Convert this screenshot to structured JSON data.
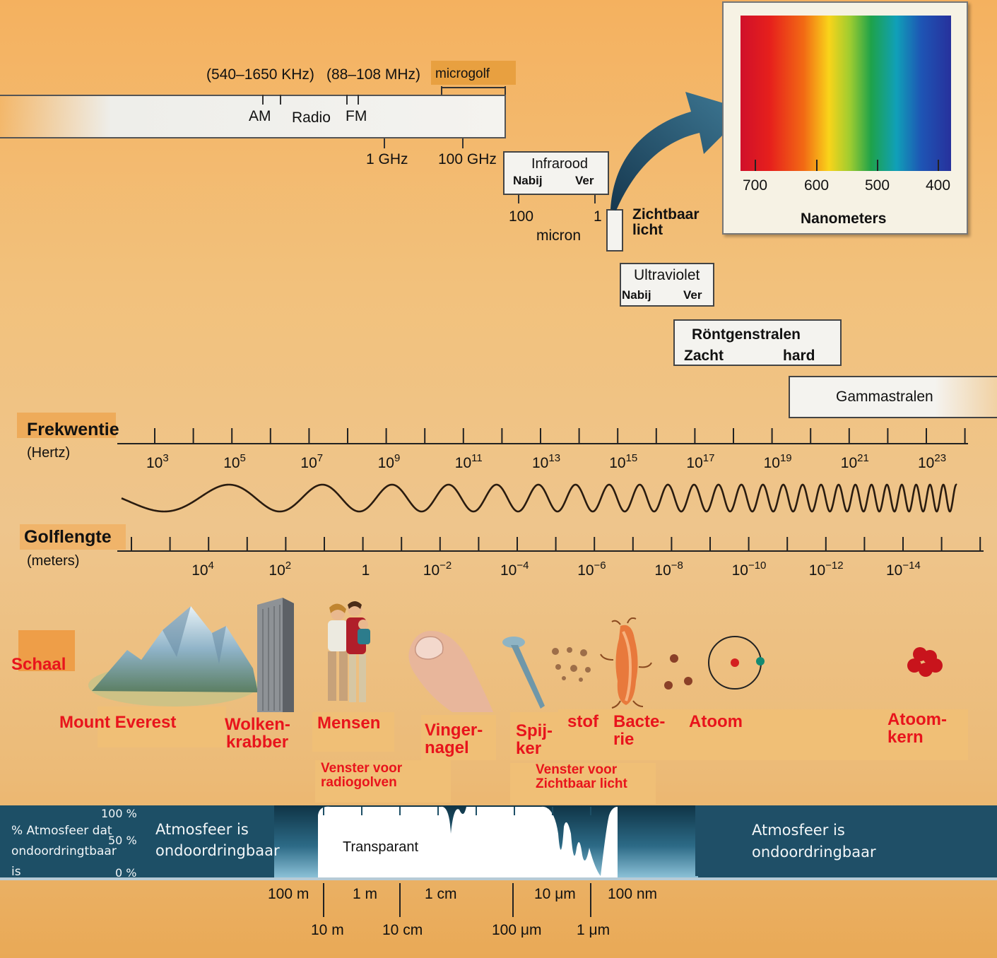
{
  "bands": {
    "am_range": "(540–1650 KHz)",
    "fm_range": "(88–108 MHz)",
    "microwave": "microgolf",
    "am": "AM",
    "radio": "Radio",
    "fm": "FM",
    "ghz1": "1 GHz",
    "ghz100": "100 GHz",
    "infrared": "Infrarood",
    "ir_near": "Nabij",
    "ir_far": "Ver",
    "micron100": "100",
    "micron1": "1",
    "micron": "micron",
    "visible_l1": "Zichtbaar",
    "visible_l2": "licht",
    "ultraviolet": "Ultraviolet",
    "uv_near": "Nabij",
    "uv_far": "Ver",
    "xray": "Röntgenstralen",
    "xray_soft": "Zacht",
    "xray_hard": "hard",
    "gamma": "Gammastralen"
  },
  "spectrum": {
    "ticks": [
      "700",
      "600",
      "500",
      "400"
    ],
    "unit": "Nanometers"
  },
  "frequency": {
    "label": "Frekwentie",
    "unit": "(Hertz)",
    "exponents": [
      "3",
      "5",
      "7",
      "9",
      "11",
      "13",
      "15",
      "17",
      "19",
      "21",
      "23"
    ]
  },
  "wavelength": {
    "label": "Golflengte",
    "unit": "(meters)",
    "exponents": [
      "4",
      "2",
      "",
      "-2",
      "-4",
      "-6",
      "-8",
      "-10",
      "-12",
      "-14"
    ]
  },
  "scale": {
    "label": "Schaal",
    "everest": "Mount Everest",
    "sky_l1": "Wolken-",
    "sky_l2": "krabber",
    "people": "Mensen",
    "finger_l1": "Vinger-",
    "finger_l2": "nagel",
    "nail_l1": "Spij-",
    "nail_l2": "ker",
    "dust": "stof",
    "bact_l1": "Bacte-",
    "bact_l2": "rie",
    "atom": "Atoom",
    "nucleus_l1": "Atoom-",
    "nucleus_l2": "kern"
  },
  "windows": {
    "radio_l1": "Venster voor",
    "radio_l2": "radiogolven",
    "visible_l1": "Venster voor",
    "visible_l2": "Zichtbaar licht"
  },
  "atmosphere": {
    "pct_l1": "% Atmosfeer dat",
    "pct_l2": "ondoordringtbaar",
    "pct_l3": "is",
    "p100": "100 %",
    "p50": "50 %",
    "p0": "0 %",
    "opaque_left_l1": "Atmosfeer is",
    "opaque_left_l2": "ondoordringbaar",
    "transparent": "Transparant",
    "opaque_right_l1": "Atmosfeer is",
    "opaque_right_l2": "ondoordringbaar",
    "scale_top": [
      "100 m",
      "1 m",
      "1 cm",
      "10 μm",
      "100 nm"
    ],
    "scale_bottom": [
      "10 m",
      "10 cm",
      "100 μm",
      "1 μm"
    ]
  },
  "colors": {
    "label_red": "#e8141c",
    "atmosphere_blue": "#1d4f66"
  }
}
